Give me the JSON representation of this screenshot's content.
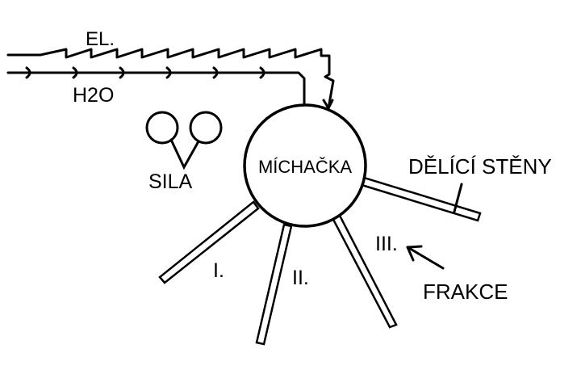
{
  "labels": {
    "el": "EL.",
    "h2o": "H2O",
    "sila": "SILA",
    "michacka": "MÍCHAČKA",
    "delici_steny": "DĚLÍCÍ STĚNY",
    "frakce": "FRAKCE",
    "fraction_1": "I.",
    "fraction_2": "II.",
    "fraction_3": "III."
  },
  "colors": {
    "stroke": "#000000",
    "background": "#ffffff"
  }
}
